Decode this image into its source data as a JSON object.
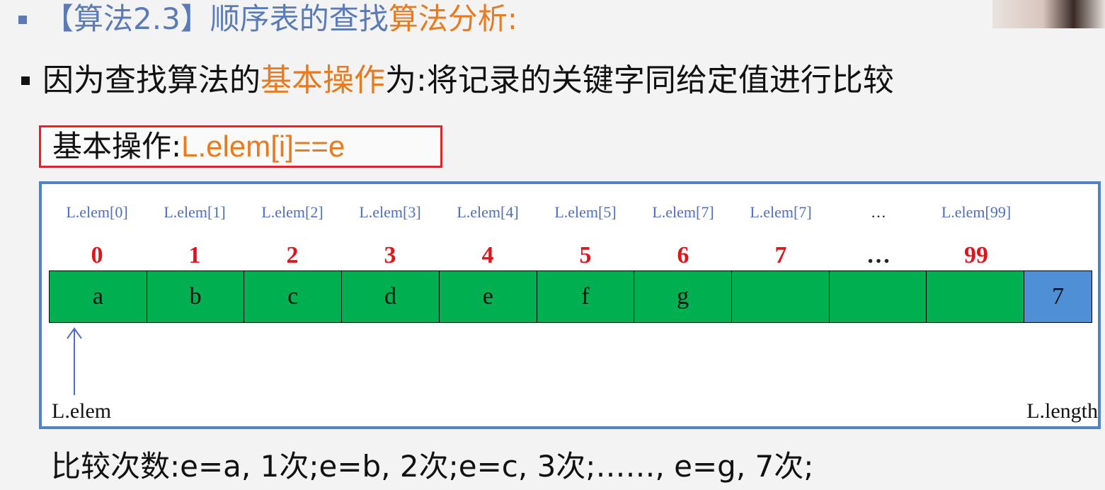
{
  "title": {
    "prefix": "【算法2.3】顺序表的查找",
    "highlight": "算法分析",
    "suffix": ":"
  },
  "subtitle": {
    "prefix": "因为查找算法的",
    "highlight": "基本操作",
    "suffix": "为:将记录的关键字同给定值进行比较"
  },
  "basic_op": {
    "label": "基本操作:",
    "code": "L.elem[i]==e"
  },
  "diagram": {
    "elem_labels": [
      "L.elem[0]",
      "L.elem[1]",
      "L.elem[2]",
      "L.elem[3]",
      "L.elem[4]",
      "L.elem[5]",
      "L.elem[7]",
      "L.elem[7]",
      "…",
      "L.elem[99]"
    ],
    "indices": [
      "0",
      "1",
      "2",
      "3",
      "4",
      "5",
      "6",
      "7",
      "…",
      "99"
    ],
    "cells": [
      "a",
      "b",
      "c",
      "d",
      "e",
      "f",
      "g",
      "",
      "",
      ""
    ],
    "length_value": "7",
    "base_label": "L.elem",
    "length_label": "L.length",
    "colors": {
      "cell_fill": "#00b050",
      "length_fill": "#4f8fd6",
      "index_text": "#e0141b",
      "border": "#4f84c9"
    }
  },
  "comparison_line": "比较次数:e=a, 1次;e=b, 2次;e=c, 3次;……,  e=g, 7次;",
  "icons": {
    "arrow": "up-arrow-icon"
  }
}
